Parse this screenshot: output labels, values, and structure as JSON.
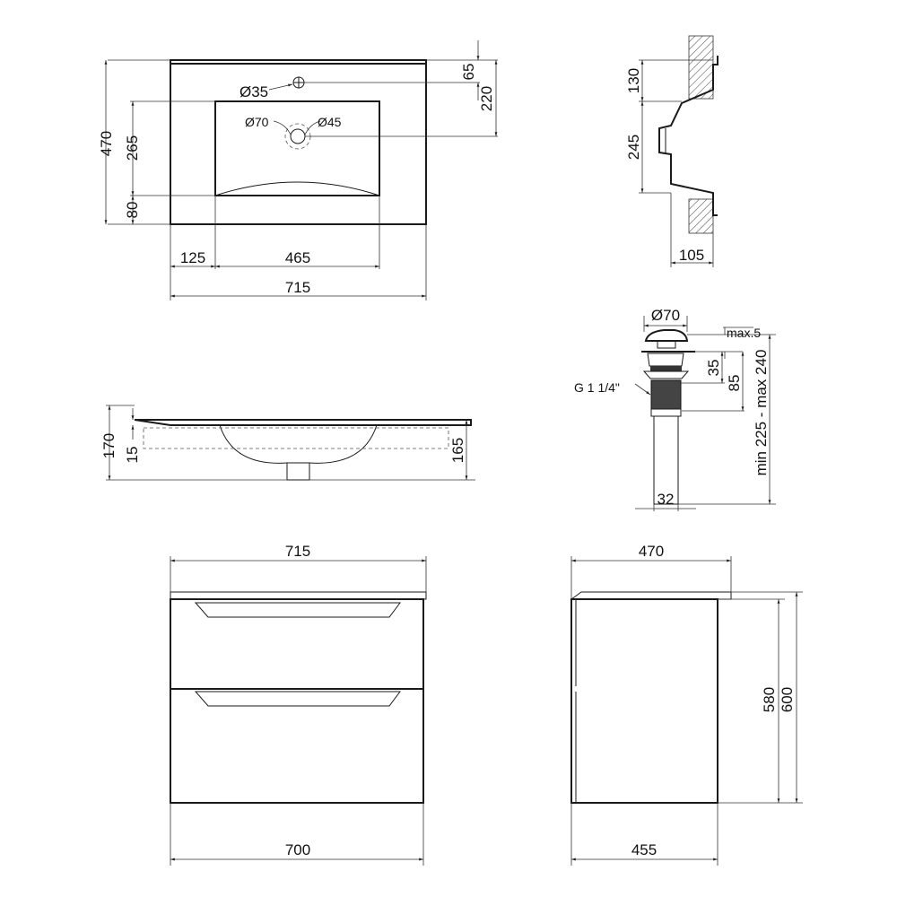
{
  "top_view": {
    "total_depth": "470",
    "bowl_depth": "265",
    "front_margin": "80",
    "side_margin": "125",
    "bowl_width": "465",
    "total_width": "715",
    "tap_hole": "Ø35",
    "drain_outer": "Ø70",
    "drain_inner": "Ø45",
    "tap_offset": "65",
    "drain_offset": "220"
  },
  "side_section": {
    "upper": "130",
    "lower": "245",
    "depth": "105"
  },
  "front_section": {
    "total_height": "170",
    "rim": "15",
    "bowl": "165"
  },
  "drain": {
    "cap": "Ø70",
    "gap": "max.5",
    "thread": "G 1 1/4\"",
    "h1": "35",
    "h2": "85",
    "length": "min 225 - max 240",
    "pipe": "32"
  },
  "cabinet_front": {
    "top_width": "715",
    "body_width": "700"
  },
  "cabinet_side": {
    "top_depth": "470",
    "body_depth": "455",
    "body_height": "580",
    "total_height": "600"
  }
}
